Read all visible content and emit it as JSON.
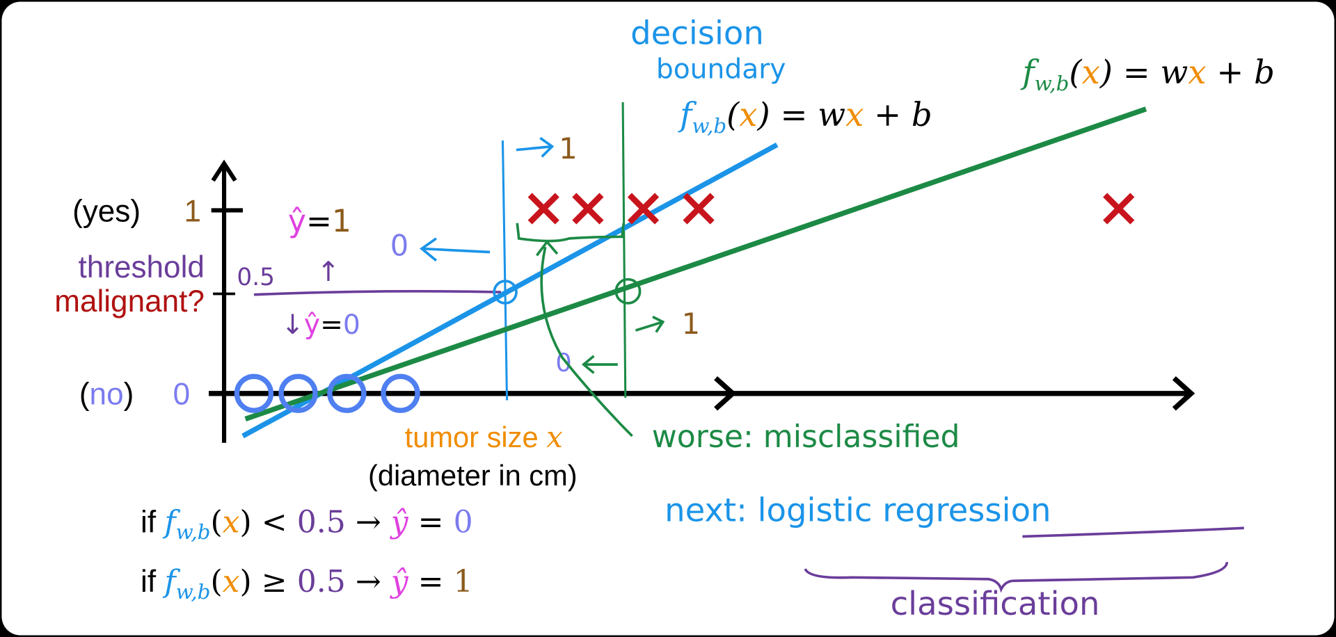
{
  "colors": {
    "blue": "#1b94e8",
    "green": "#1c8a45",
    "red": "#c8141c",
    "purple": "#6a3d9a",
    "brown": "#8b5a1b",
    "orange": "#f08c00",
    "pink": "#e040e0",
    "circle": "#4f7ff0",
    "axis": "#000000"
  },
  "title_annotation": {
    "line1": "decision",
    "line2": "boundary"
  },
  "y_axis": {
    "yes_label": "(yes)",
    "yes_value": "1",
    "no_open": "(",
    "no_word": "no",
    "no_close": ")",
    "no_value": "0",
    "threshold": "threshold",
    "malignant": "malignant?",
    "half": "0.5"
  },
  "x_axis": {
    "label": "tumor size",
    "var": "x",
    "unit": "(diameter in cm)"
  },
  "annotations": {
    "yhat": "ŷ",
    "eq": "=",
    "one": "1",
    "zero": "0",
    "up": "↑",
    "down": "↓",
    "left_arrow": "←",
    "right_arrow": "→",
    "worse": "worse: misclassified"
  },
  "formula": {
    "f": "f",
    "sub": "w,b",
    "open": "(",
    "x": "x",
    "close": ")",
    "rhs_eq": " = w",
    "plus_b": " + b"
  },
  "rules": [
    {
      "if": "if ",
      "op": " < ",
      "thr": "0.5",
      "arrow": " → ",
      "yhat": "ŷ",
      "eq": " = ",
      "val": "0"
    },
    {
      "if": "if ",
      "op": " ≥ ",
      "thr": "0.5",
      "arrow": " → ",
      "yhat": "ŷ",
      "eq": " = ",
      "val": "1"
    }
  ],
  "next": {
    "prefix": "next:",
    "logistic": "logistic",
    "regression": "regression",
    "classification": "classification"
  },
  "data_points": {
    "negatives_x": [
      1,
      2,
      3,
      4
    ],
    "positives_x": [
      7,
      8,
      9,
      10,
      18
    ]
  }
}
